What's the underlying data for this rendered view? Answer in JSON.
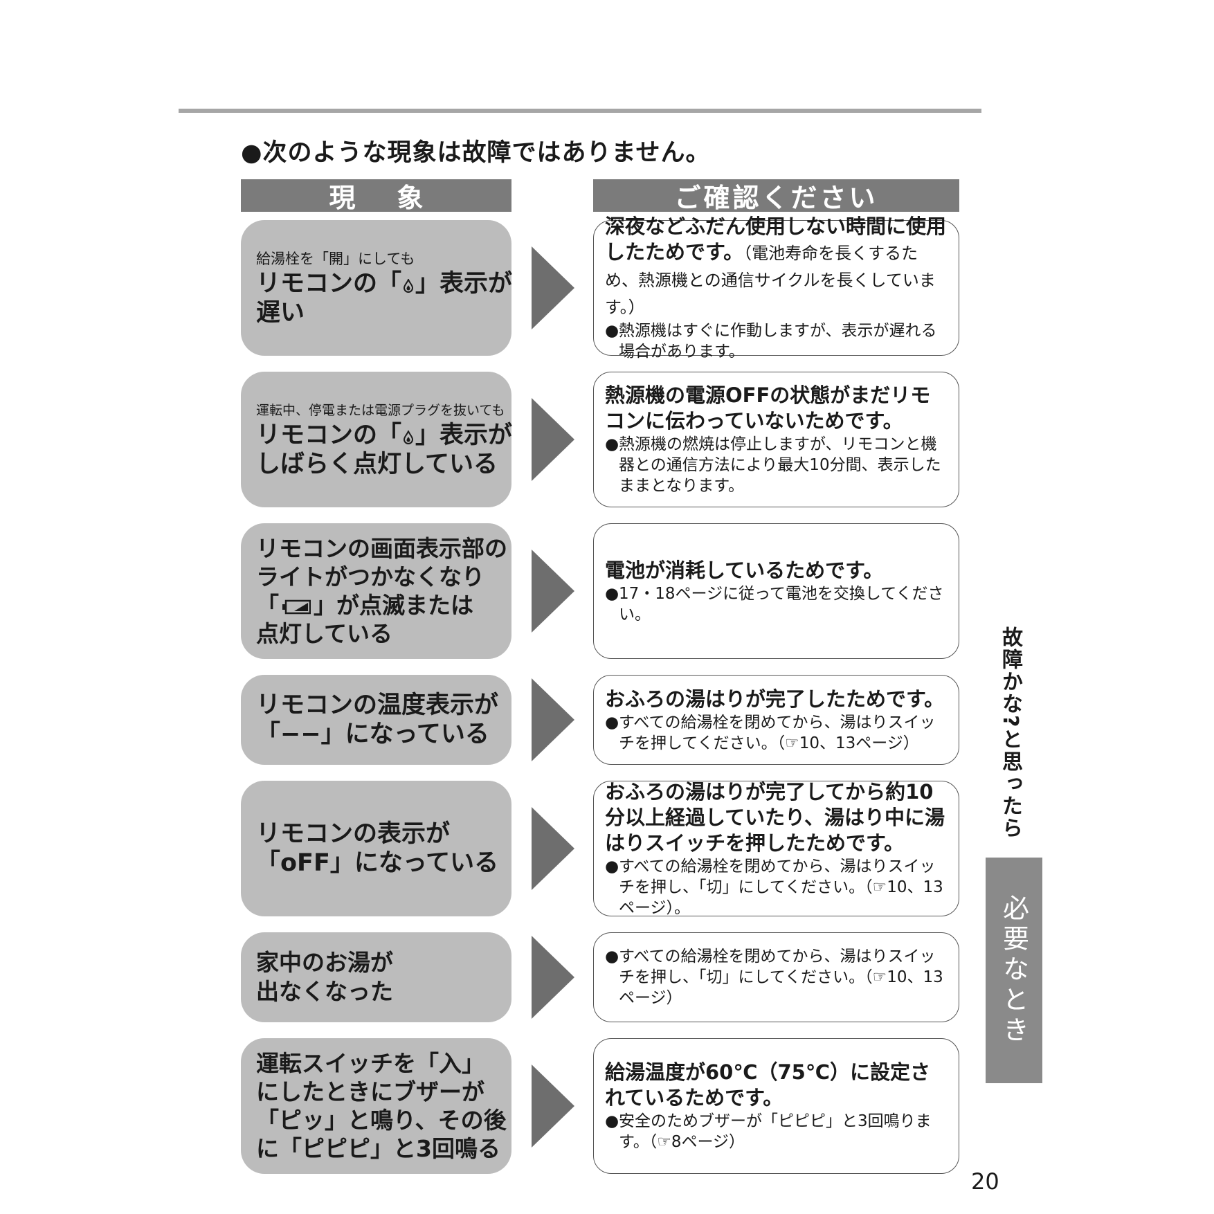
{
  "header": {
    "heading": "●次のような現象は故障ではありません。",
    "col_symptom": "現象",
    "col_check": "ご確認ください"
  },
  "rows": [
    {
      "sym_small": "給湯栓を「開」にしても",
      "sym_lines": [
        "リモコンの「",
        "」表示が",
        "遅い"
      ],
      "ans_main": "深夜などふだん使用しない時間に使用したためです。",
      "ans_paren": "（電池寿命を長くするため、熱源機との通信サイクルを長くしています。）",
      "notes": [
        "熱源機はすぐに作動しますが、表示が遅れる場合があります。"
      ]
    },
    {
      "sym_small": "運転中、停電または電源プラグを抜いても",
      "sym_lines": [
        "リモコンの「",
        "」表示が",
        "しばらく点灯している"
      ],
      "ans_main": "熱源機の電源OFFの状態がまだリモコンに伝わっていないためです。",
      "notes": [
        "熱源機の燃焼は停止しますが、リモコンと機器との通信方法により最大10分間、表示したままとなります。"
      ]
    },
    {
      "sym_lines": [
        "リモコンの画面表示部の",
        "ライトがつかなくなり",
        "「",
        "」が点滅または",
        "点灯している"
      ],
      "ans_main": "電池が消耗しているためです。",
      "notes": [
        "17・18ページに従って電池を交換してください。"
      ]
    },
    {
      "sym_lines": [
        "リモコンの温度表示が",
        "「−−」になっている"
      ],
      "ans_main": "おふろの湯はりが完了したためです。",
      "notes": [
        "すべての給湯栓を閉めてから、湯はりスイッチを押してください。（☞10、13ページ）"
      ]
    },
    {
      "sym_lines": [
        "リモコンの表示が",
        "「oFF」になっている"
      ],
      "ans_main": "おふろの湯はりが完了してから約10分以上経過していたり、湯はり中に湯はりスイッチを押したためです。",
      "notes": [
        "すべての給湯栓を閉めてから、湯はりスイッチを押し、「切」にしてください。（☞10、13ページ）。"
      ]
    },
    {
      "sym_lines": [
        "家中のお湯が",
        "出なくなった"
      ],
      "notes": [
        "すべての給湯栓を閉めてから、湯はりスイッチを押し、「切」にしてください。（☞10、13ページ）"
      ]
    },
    {
      "sym_lines": [
        "運転スイッチを「入」",
        "にしたときにブザーが",
        "「ピッ」と鳴り、その後",
        "に「ピピピ」と3回鳴る"
      ],
      "ans_main": "給湯温度が60℃（75℃）に設定されているためです。",
      "notes": [
        "安全のためブザーが「ピピピ」と3回鳴ります。（☞8ページ）"
      ]
    }
  ],
  "bullet": "●",
  "side": {
    "section_label": "故障かな?と思ったら",
    "tab_label": "必要なとき"
  },
  "page_number": "20",
  "icons": {
    "drop": "flame-drop-icon",
    "battery": "low-battery-icon"
  }
}
